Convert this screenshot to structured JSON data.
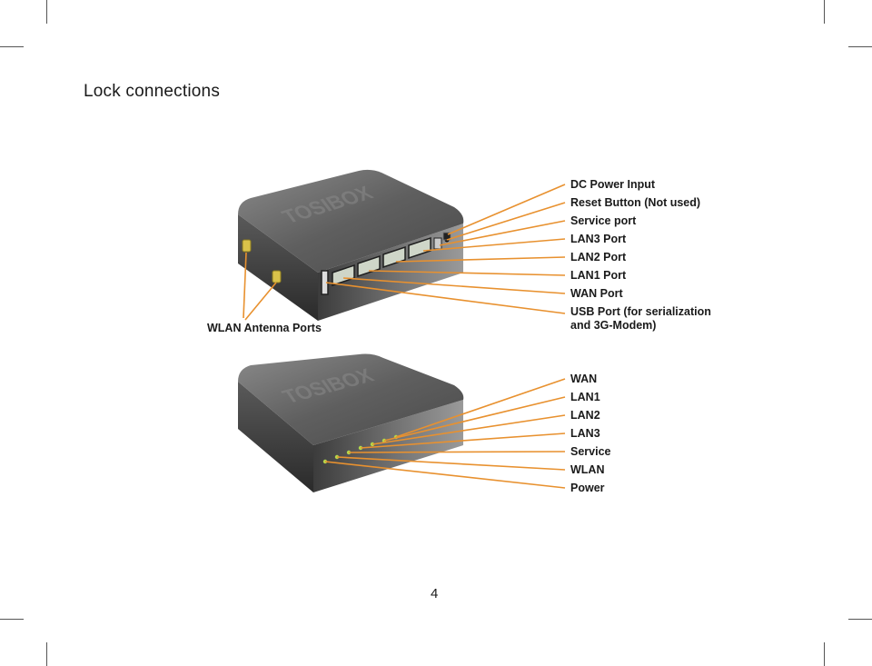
{
  "page": {
    "title": "Lock connections",
    "page_number": "4"
  },
  "back_view": {
    "brand_text": "TOSIBOX",
    "left_label": "WLAN Antenna Ports",
    "port_labels": [
      "DC Power Input",
      "Reset Button (Not used)",
      "Service port",
      "LAN3 Port",
      "LAN2 Port",
      "LAN1 Port",
      "WAN Port",
      "USB Port (for serialization",
      "and 3G-Modem)"
    ]
  },
  "front_view": {
    "brand_text": "TOSIBOX",
    "led_labels": [
      "WAN",
      "LAN1",
      "LAN2",
      "LAN3",
      "Service",
      "WLAN",
      "Power"
    ]
  },
  "colors": {
    "leader_line": "#e8912f",
    "device_top": "#6a6a6a",
    "device_side": "#3a3a3a",
    "antenna_port": "#d9c24a",
    "led": "#b5d84a"
  }
}
